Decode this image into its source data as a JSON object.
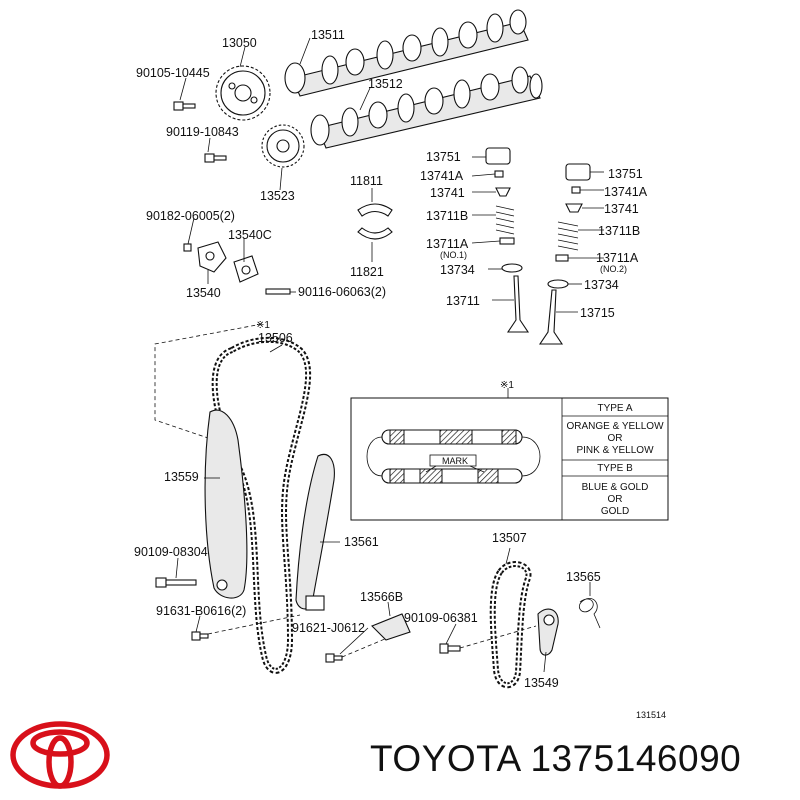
{
  "parts": {
    "p13050": "13050",
    "p13511": "13511",
    "p13512": "13512",
    "p90105": "90105-10445",
    "p90119": "90119-10843",
    "p13523": "13523",
    "p13751a": "13751",
    "p13741Aa": "13741A",
    "p13741a": "13741",
    "p13711Ba": "13711B",
    "p13711Aa": "13711A",
    "no1": "(NO.1)",
    "p13734a": "13734",
    "p13711": "13711",
    "p13751b": "13751",
    "p13741Ab": "13741A",
    "p13741b": "13741",
    "p13711Bb": "13711B",
    "p13711Ab": "13711A",
    "no2": "(NO.2)",
    "p13734b": "13734",
    "p13715": "13715",
    "p11811": "11811",
    "p11821": "11821",
    "p90182": "90182-06005(2)",
    "p13540C": "13540C",
    "p13540": "13540",
    "p90116": "90116-06063(2)",
    "note1": "※1",
    "p13506": "13506",
    "p13559": "13559",
    "p13561": "13561",
    "p90109a": "90109-08304",
    "p91631": "91631-B0616(2)",
    "p13566B": "13566B",
    "p91621": "91621-J0612",
    "p90109b": "90109-06381",
    "p13507": "13507",
    "p13565": "13565",
    "p13549": "13549",
    "fig": "131514",
    "note1b": "※1",
    "mark": "MARK"
  },
  "legend_table": {
    "type_a": "TYPE A",
    "a_l1": "ORANGE & YELLOW",
    "a_l2": "OR",
    "a_l3": "PINK & YELLOW",
    "type_b": "TYPE B",
    "b_l1": "BLUE & GOLD",
    "b_l2": "OR",
    "b_l3": "GOLD"
  },
  "brand": {
    "text": "TOYOTA 1375146090",
    "logo_color": "#d8101a"
  }
}
